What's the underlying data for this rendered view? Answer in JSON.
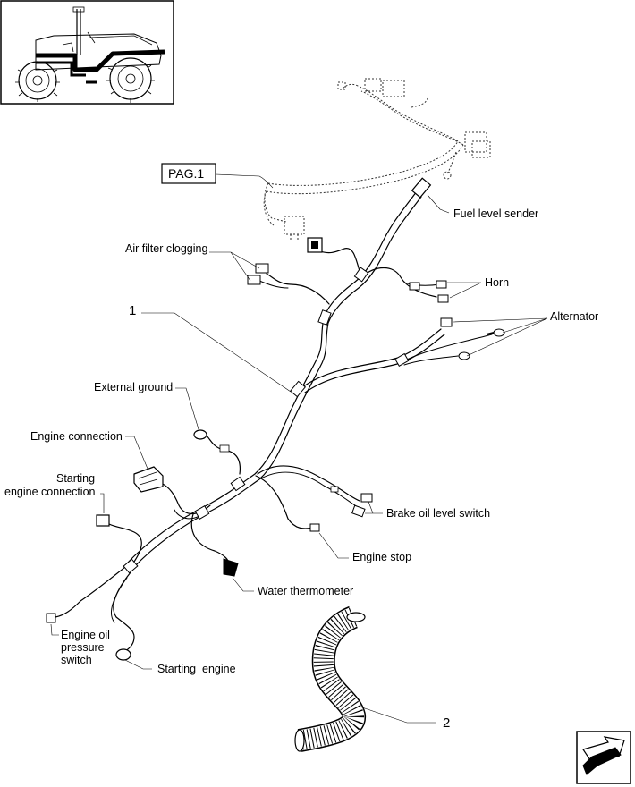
{
  "page_ref": "PAG.1",
  "labels": {
    "fuel_level_sender": "Fuel level sender",
    "air_filter_clogging": "Air filter clogging",
    "horn": "Horn",
    "alternator": "Alternator",
    "external_ground": "External ground",
    "engine_connection": "Engine connection",
    "starting_engine_connection_1": "Starting",
    "starting_engine_connection_2": "engine connection",
    "brake_oil_level_switch": "Brake oil level switch",
    "engine_stop": "Engine stop",
    "water_thermometer": "Water thermometer",
    "engine_oil_pressure_switch_1": "Engine oil",
    "engine_oil_pressure_switch_2": "pressure",
    "engine_oil_pressure_switch_3": "switch",
    "starting_engine": "Starting  engine"
  },
  "callouts": {
    "harness": "1",
    "sleeve": "2"
  }
}
